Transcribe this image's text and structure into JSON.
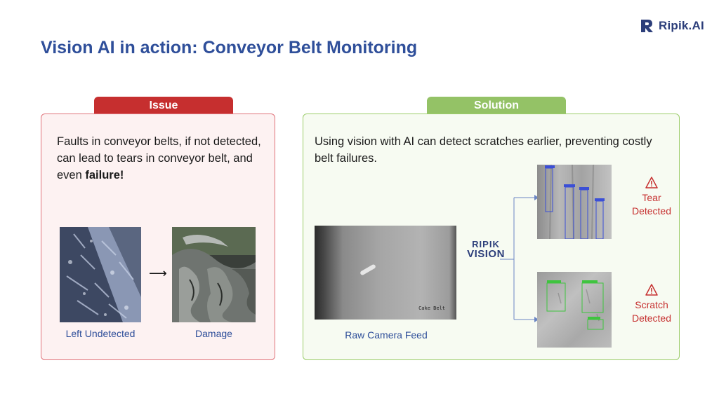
{
  "header": {
    "logo_text": "Ripik.AI",
    "title": "Vision AI in action: Conveyor Belt Monitoring"
  },
  "issue": {
    "tab_label": "Issue",
    "text_plain": "Faults in conveyor belts, if not detected, can lead to tears in conveyor belt, and even ",
    "text_bold": "failure!",
    "images": [
      {
        "caption": "Left Undetected"
      },
      {
        "caption": "Damage"
      }
    ]
  },
  "solution": {
    "tab_label": "Solution",
    "text": "Using vision with AI can detect scratches earlier, preventing costly belt failures.",
    "camera_caption": "Raw Camera Feed",
    "camera_overlay_text": "Cake Belt",
    "vision_logo_line1": "RIPIK",
    "vision_logo_line2": "VISION",
    "detections": [
      {
        "line1": "Tear",
        "line2": "Detected"
      },
      {
        "line1": "Scratch",
        "line2": "Detected"
      }
    ]
  },
  "colors": {
    "title_blue": "#2f4f9a",
    "issue_red": "#c62f2f",
    "solution_green": "#94c266",
    "tear_box": "#3b4fd6",
    "scratch_box": "#3fc43f"
  },
  "icons": [
    "ripik-logo-icon",
    "arrow-right-icon",
    "warning-icon"
  ]
}
